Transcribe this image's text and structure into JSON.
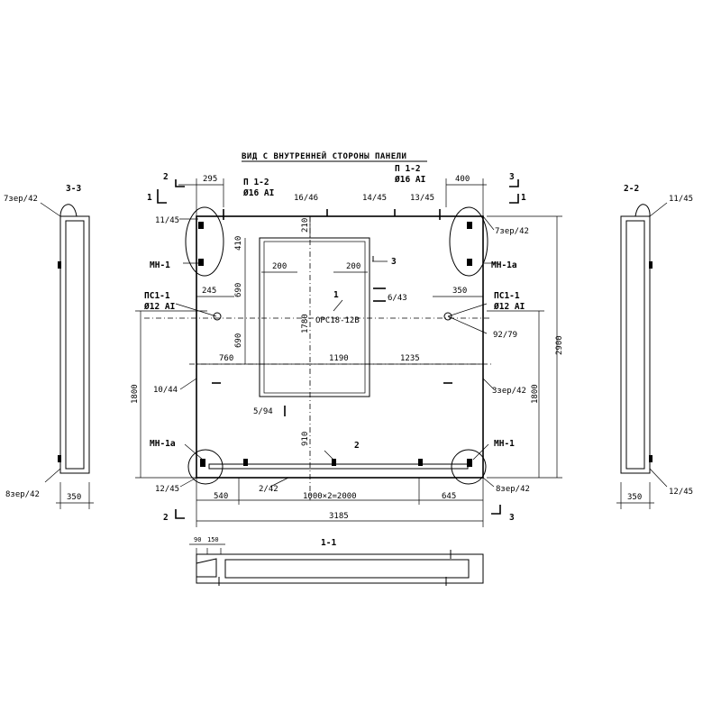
{
  "title": "ВИД С ВНУТРЕННЕЙ СТОРОНЫ ПАНЕЛИ",
  "sections": {
    "s33": "3-3",
    "s22": "2-2",
    "s11": "1-1"
  },
  "cut_marks": {
    "c1": "1",
    "c2": "2",
    "c3": "3"
  },
  "dims": {
    "d295": "295",
    "d400": "400",
    "d410": "410",
    "d210": "210",
    "d200a": "200",
    "d200b": "200",
    "d690a": "690",
    "d690b": "690",
    "d245": "245",
    "d350": "350",
    "d1780": "1780",
    "d760": "760",
    "d1190": "1190",
    "d1235": "1235",
    "d910": "910",
    "d1800a": "1800",
    "d1800b": "1800",
    "d2900": "2900",
    "d540": "540",
    "d2000": "1000×2=2000",
    "d645": "645",
    "d3185": "3185",
    "d350l": "350",
    "d350r": "350",
    "d90": "90",
    "d150": "150"
  },
  "labels": {
    "p12a": "П 1-2",
    "p12a_d": "Ø16 AI",
    "p12b": "П 1-2",
    "p12b_d": "Ø16 AI",
    "l1646": "16/46",
    "l1445": "14/45",
    "l1345": "13/45",
    "l1145a": "11/45",
    "l1145b": "11/45",
    "mn1a": "МН-1",
    "mn1aa": "МН-1а",
    "mn1ab": "МН-1а",
    "mn1b": "МН-1",
    "ps1a": "ПС1-1",
    "ps1a_d": "Ø12 AI",
    "ps1b": "ПС1-1",
    "ps1b_d": "Ø12 AI",
    "l3": "3",
    "l643": "6/43",
    "l1": "1",
    "window": "ОРС18-12В",
    "l9279": "92/79",
    "l7a": "7зер/42",
    "l7b": "7зер/42",
    "l1044": "10/44",
    "l3zer": "3зер/42",
    "l594": "5/94",
    "l2": "2",
    "l1245a": "12/45",
    "l1245b": "12/45",
    "l242": "2/42",
    "l8a": "8зер/42",
    "l8b": "8зер/42"
  }
}
